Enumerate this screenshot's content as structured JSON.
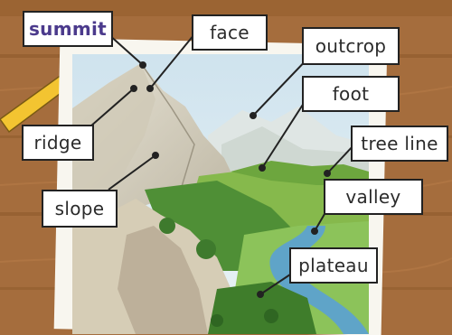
{
  "diagram": {
    "labels": [
      {
        "id": "summit",
        "text": "summit",
        "highlighted": true
      },
      {
        "id": "face",
        "text": "face"
      },
      {
        "id": "outcrop",
        "text": "outcrop"
      },
      {
        "id": "foot",
        "text": "foot"
      },
      {
        "id": "ridge",
        "text": "ridge"
      },
      {
        "id": "treeline",
        "text": "tree line"
      },
      {
        "id": "slope",
        "text": "slope"
      },
      {
        "id": "valley",
        "text": "valley"
      },
      {
        "id": "plateau",
        "text": "plateau"
      }
    ],
    "colors": {
      "wood": "#a56d3d",
      "highlight_text": "#4b3a8c",
      "label_border": "#222222"
    }
  }
}
